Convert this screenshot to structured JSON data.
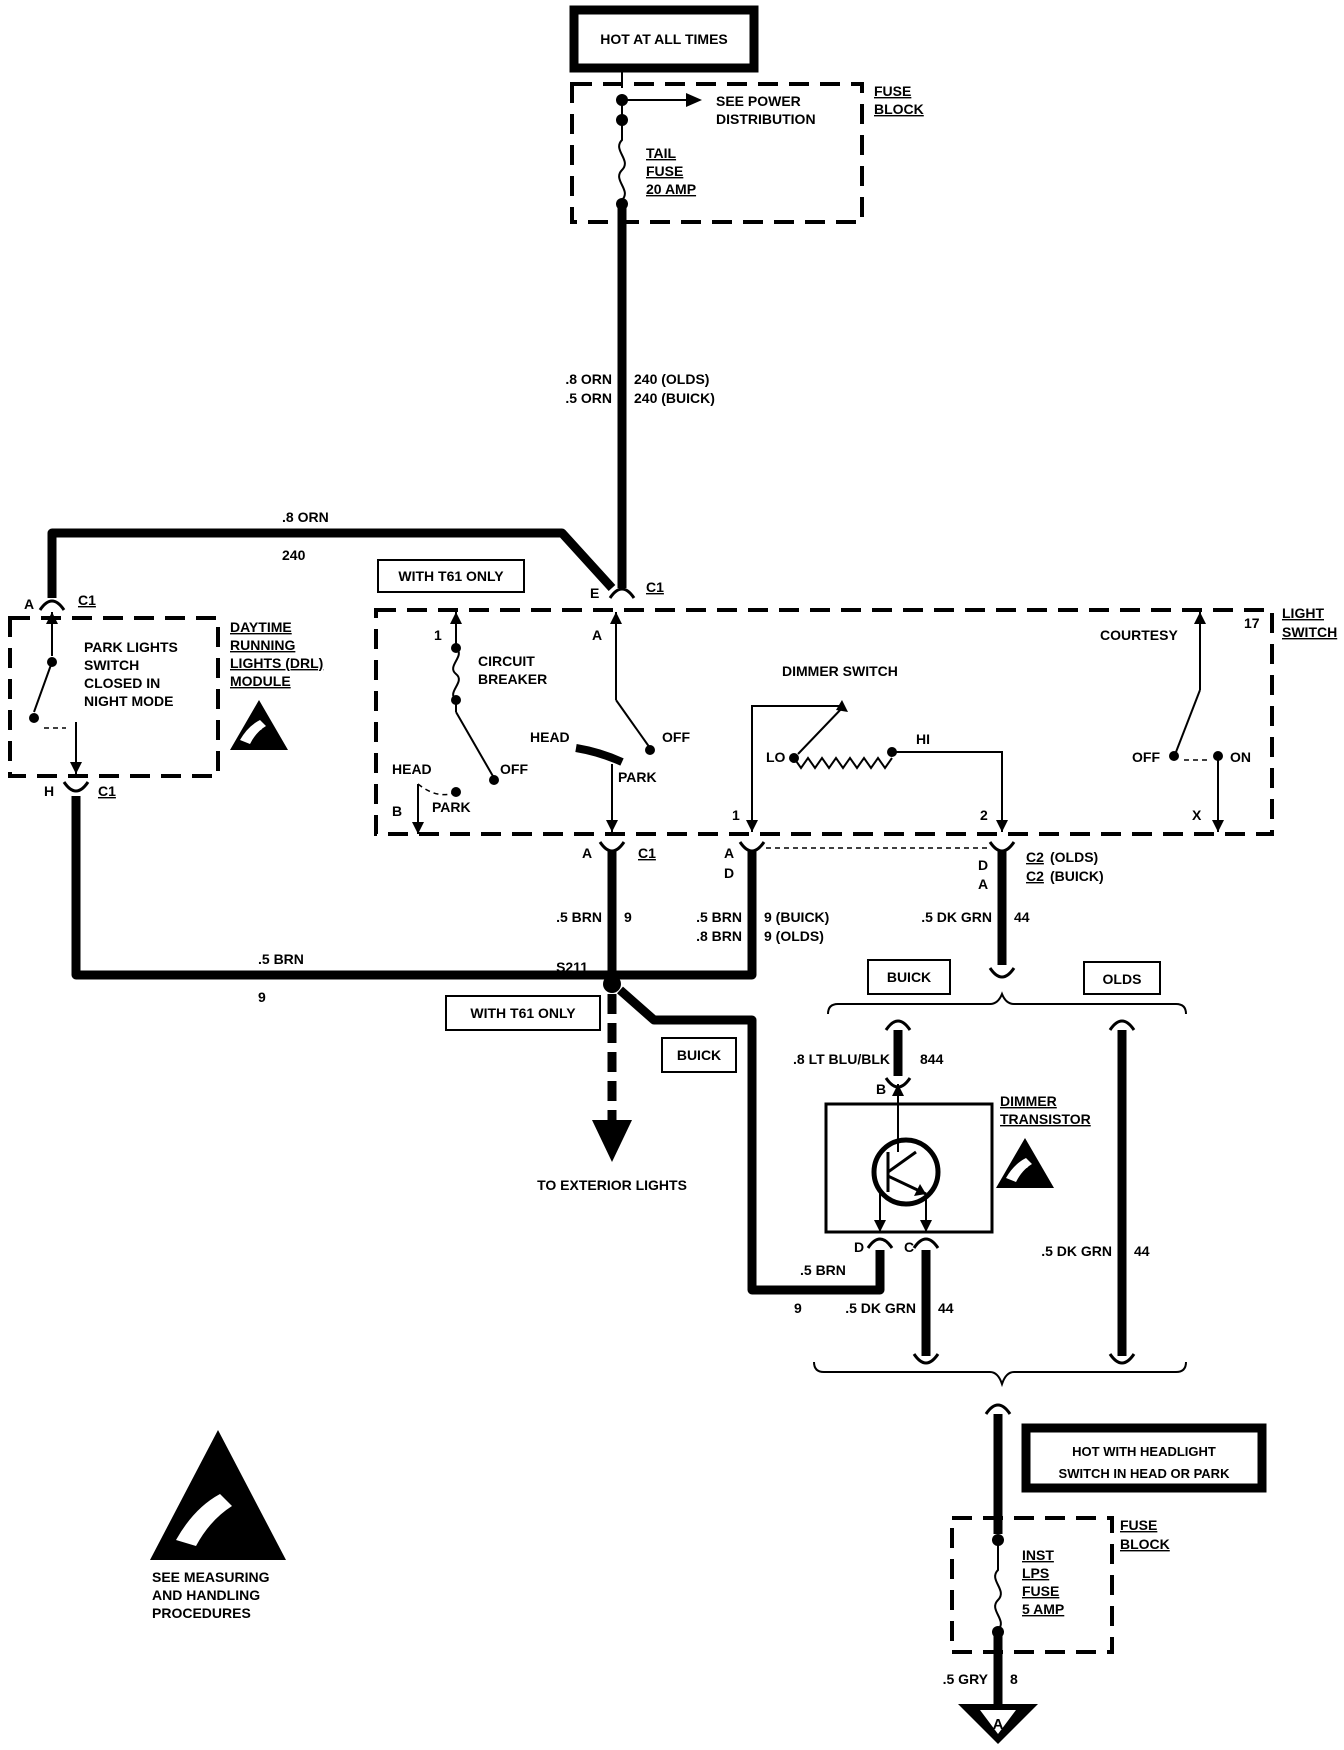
{
  "power_top": {
    "label": "HOT AT ALL TIMES"
  },
  "fuse_block_top": {
    "title_line1": "FUSE",
    "title_line2": "BLOCK",
    "see_power_line1": "SEE POWER",
    "see_power_line2": "DISTRIBUTION",
    "fuse_line1": "TAIL",
    "fuse_line2": "FUSE",
    "fuse_line3": "20 AMP"
  },
  "wire_240_main": {
    "color_olds": ".8 ORN",
    "circuit_olds": "240 (OLDS)",
    "color_buick": ".5 ORN",
    "circuit_buick": "240 (BUICK)"
  },
  "wire_240_drl": {
    "color": ".8 ORN",
    "circuit": "240"
  },
  "drl_module": {
    "connector_top_pin": "A",
    "connector_top": "C1",
    "connector_bottom_pin": "H",
    "connector_bottom": "C1",
    "switch_line1": "PARK LIGHTS",
    "switch_line2": "SWITCH",
    "switch_line3": "CLOSED IN",
    "switch_line4": "NIGHT MODE",
    "title_line1": "DAYTIME",
    "title_line2": "RUNNING",
    "title_line3": "LIGHTS (DRL)",
    "title_line4": "MODULE"
  },
  "with_t61_top": "WITH T61 ONLY",
  "light_switch": {
    "connector_e_pin": "E",
    "connector_e": "C1",
    "title_line1": "LIGHT",
    "title_line2": "SWITCH",
    "pin_1": "1",
    "breaker_line1": "CIRCUIT",
    "breaker_line2": "BREAKER",
    "head_left": "HEAD",
    "off_left": "OFF",
    "park_left": "PARK",
    "pin_b": "B",
    "pin_a": "A",
    "head_mid": "HEAD",
    "off_mid": "OFF",
    "park_mid": "PARK",
    "dimmer_switch": "DIMMER SWITCH",
    "lo": "LO",
    "hi": "HI",
    "pin_dim_1": "1",
    "pin_dim_2": "2",
    "courtesy": "COURTESY",
    "pin_17": "17",
    "off_courtesy": "OFF",
    "on_courtesy": "ON",
    "pin_x": "X"
  },
  "conn_a_c1": {
    "pin": "A",
    "connector": "C1"
  },
  "conn_mid": {
    "pin_top": "A",
    "pin_bottom": "D"
  },
  "conn_c2": {
    "pin_top": "D",
    "pin_bottom": "A",
    "label_olds_c": "C2",
    "label_olds_s": "(OLDS)",
    "label_buick_c": "C2",
    "label_buick_s": "(BUICK)"
  },
  "wire_9_a": {
    "color": ".5 BRN",
    "circuit": "9"
  },
  "wire_9_mid": {
    "color_buick": ".5 BRN",
    "circuit_buick": "9 (BUICK)",
    "color_olds": ".8 BRN",
    "circuit_olds": "9 (OLDS)"
  },
  "wire_44_top": {
    "color": ".5 DK GRN",
    "circuit": "44"
  },
  "wire_9_left": {
    "color": ".5 BRN",
    "circuit": "9"
  },
  "splice": {
    "label": "S211"
  },
  "with_t61_bottom": "WITH T61 ONLY",
  "buick_branch": "BUICK",
  "exterior_lights": "TO EXTERIOR LIGHTS",
  "variant_buick": "BUICK",
  "variant_olds": "OLDS",
  "wire_844": {
    "color": ".8 LT BLU/BLK",
    "circuit": "844"
  },
  "dimmer_transistor": {
    "pin_b": "B",
    "pin_d": "D",
    "pin_c": "C",
    "title_line1": "DIMMER",
    "title_line2": "TRANSISTOR"
  },
  "wire_9_transistor": {
    "color": ".5 BRN",
    "circuit": "9"
  },
  "wire_44_transistor": {
    "color": ".5 DK GRN",
    "circuit": "44"
  },
  "wire_44_olds": {
    "color": ".5 DK GRN",
    "circuit": "44"
  },
  "power_bottom": {
    "line1": "HOT WITH HEADLIGHT",
    "line2": "SWITCH IN HEAD OR PARK"
  },
  "fuse_block_bottom": {
    "title_line1": "FUSE",
    "title_line2": "BLOCK",
    "fuse_line1": "INST",
    "fuse_line2": "LPS",
    "fuse_line3": "FUSE",
    "fuse_line4": "5 AMP"
  },
  "wire_8": {
    "color": ".5 GRY",
    "circuit": "8"
  },
  "ground_ref": "A",
  "esd_note": {
    "line1": "SEE MEASURING",
    "line2": "AND HANDLING",
    "line3": "PROCEDURES"
  }
}
